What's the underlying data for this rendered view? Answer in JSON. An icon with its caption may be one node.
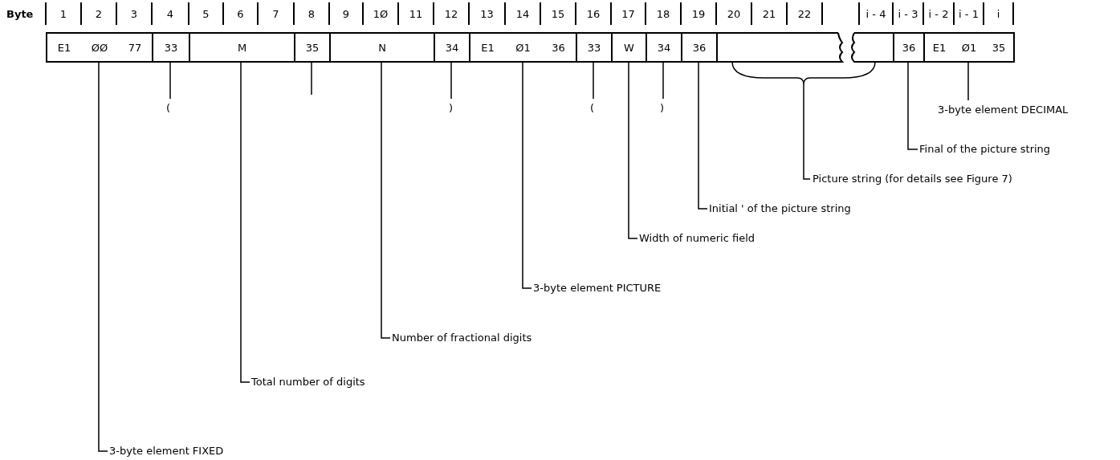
{
  "diagram": {
    "nodes": [
      {
        "text": [
          "E1",
          "ØØ",
          "77"
        ]
      },
      {
        "text": [
          "33"
        ]
      },
      {
        "text": [
          "M"
        ]
      },
      {
        "text": [
          "35"
        ]
      },
      {
        "text": [
          "N"
        ]
      },
      {
        "text": [
          "34"
        ]
      },
      {
        "text": [
          "E1",
          "Ø1",
          "36"
        ]
      },
      {
        "text": [
          "33"
        ]
      },
      {
        "text": [
          "W"
        ]
      },
      {
        "text": [
          "34"
        ]
      },
      {
        "text": [
          "36"
        ]
      },
      {
        "text": [],
        "shape": "box"
      },
      {
        "text": [],
        "shape": "box"
      },
      {
        "text": [
          "36"
        ]
      },
      {
        "text": [
          "E1",
          "Ø1",
          "35"
        ]
      },
      {
        "text": [
          "("
        ]
      },
      {
        "text": [
          ")"
        ]
      },
      {
        "text": [
          "("
        ]
      },
      {
        "text": [
          ")"
        ]
      },
      {
        "text": [
          "3-byte element DECIMAL"
        ]
      },
      {
        "text": [
          "Final of the picture string"
        ]
      },
      {
        "text": [
          "Picture string (for details see Figure 7)"
        ]
      },
      {
        "text": [
          "Initial ' of the picture string"
        ]
      },
      {
        "text": [
          "Width of numeric field"
        ]
      },
      {
        "text": [
          "3-byte element PICTURE"
        ]
      },
      {
        "text": [
          "Number of fractional digits"
        ]
      },
      {
        "text": [
          "Total number of digits"
        ]
      },
      {
        "text": [
          "3-byte element FIXED"
        ]
      }
    ],
    "edges": [
      {
        "from": 15,
        "to": 1,
        "arrow": "none"
      },
      {
        "from": null,
        "to": 3,
        "arrow": "none"
      },
      {
        "from": 16,
        "to": 5,
        "arrow": "none"
      },
      {
        "from": 17,
        "to": 7,
        "arrow": "none"
      },
      {
        "from": 18,
        "to": 9,
        "arrow": "none"
      },
      {
        "from": 19,
        "to": 14,
        "arrow": "none"
      },
      {
        "from": 20,
        "to": 13,
        "arrow": "none"
      },
      {
        "from": 21,
        "to": 11,
        "arrow": "none"
      },
      {
        "from": 21,
        "to": 12,
        "arrow": "none"
      },
      {
        "from": 22,
        "to": 10,
        "arrow": "none"
      },
      {
        "from": 23,
        "to": 8,
        "arrow": "none"
      },
      {
        "from": 24,
        "to": 6,
        "arrow": "none"
      },
      {
        "from": 25,
        "to": 4,
        "arrow": "none"
      },
      {
        "from": 26,
        "to": 2,
        "arrow": "none"
      },
      {
        "from": 27,
        "to": 0,
        "arrow": "none"
      }
    ],
    "labels": [
      "Byte",
      "1",
      "2",
      "3",
      "4",
      "5",
      "6",
      "7",
      "8",
      "9",
      "1Ø",
      "11",
      "12",
      "13",
      "14",
      "15",
      "16",
      "17",
      "18",
      "19",
      "20",
      "21",
      "22",
      "i - 4",
      "i - 3",
      "i - 2",
      "i - 1",
      "i"
    ]
  }
}
